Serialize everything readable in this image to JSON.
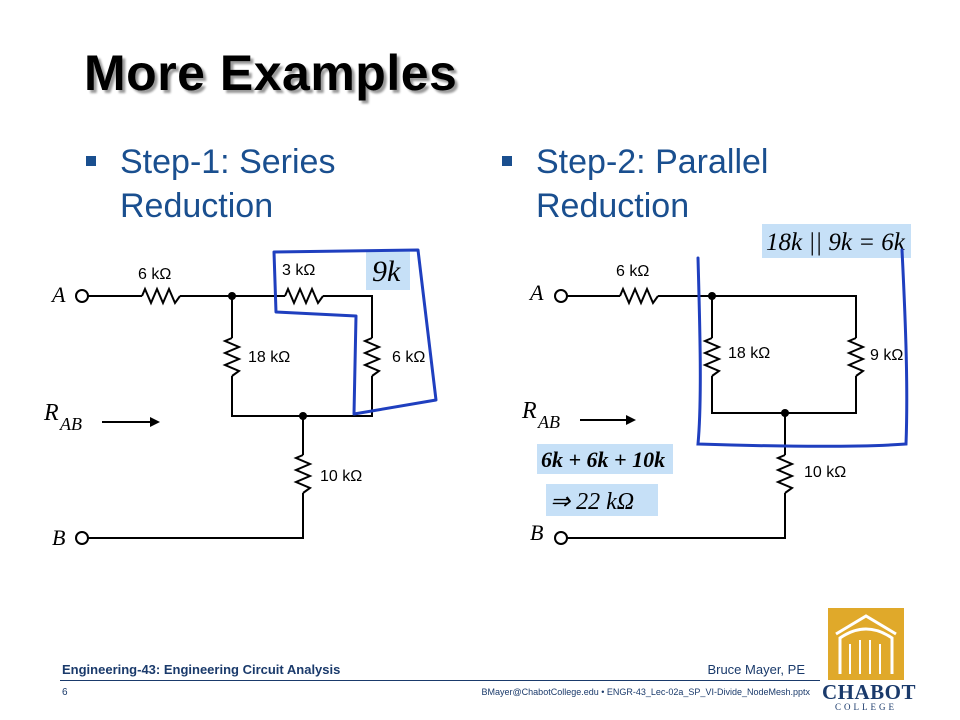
{
  "slide": {
    "title": "More Examples",
    "bullets": [
      {
        "text": "Step-1: Series Reduction"
      },
      {
        "text": "Step-2: Parallel Reduction"
      }
    ]
  },
  "circuit_left": {
    "node_a": "A",
    "node_b": "B",
    "rab": "R",
    "rab_sub": "AB",
    "r1": "6 kΩ",
    "r2": "3 kΩ",
    "r3": "18 kΩ",
    "r4": "6 kΩ",
    "r5": "10 kΩ",
    "annotation": "9k"
  },
  "circuit_right": {
    "node_a": "A",
    "node_b": "B",
    "rab": "R",
    "rab_sub": "AB",
    "r1": "6 kΩ",
    "r3": "18 kΩ",
    "r4": "9 kΩ",
    "r5": "10 kΩ",
    "annotation_parallel": "18k || 9k = 6k",
    "annotation_sum": "6k + 6k + 10k",
    "annotation_result": "⇒ 22 kΩ"
  },
  "footer": {
    "course": "Engineering-43: Engineering Circuit Analysis",
    "author": "Bruce Mayer, PE",
    "page": "6",
    "file": "BMayer@ChabotCollege.edu  •  ENGR-43_Lec-02a_SP_VI-Divide_NodeMesh.pptx",
    "logo_name": "CHABOT",
    "logo_sub": "COLLEGE"
  },
  "colors": {
    "annotation_blue": "#1f3fbf",
    "highlight_box": "#c6e0f7",
    "footer_blue": "#1a3a6b",
    "logo_gold": "#e0a92a"
  },
  "icons": [
    "square-bullet-icon",
    "chabot-college-logo-icon"
  ]
}
